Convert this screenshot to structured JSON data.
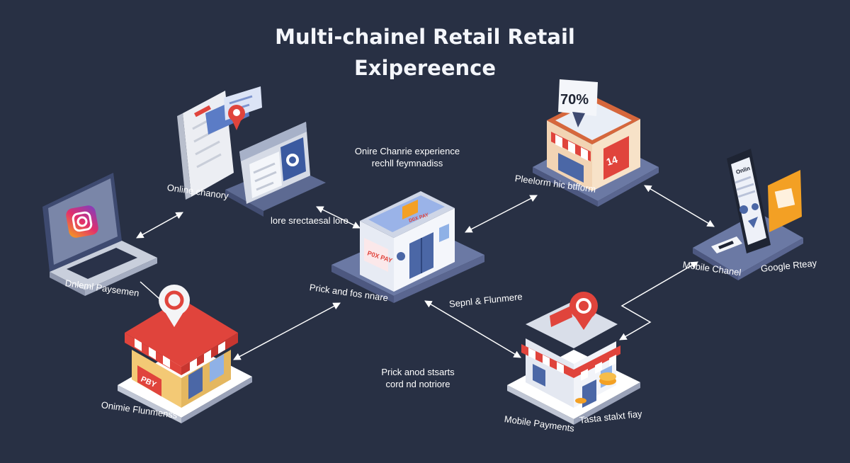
{
  "title": {
    "line1": "Multi-chainel Retail Retail",
    "line2": "Exipereence"
  },
  "notes": {
    "center_top_line1": "Onire Chanrie experience",
    "center_top_line2": "rechll feymnadiss",
    "bottom_center_line1": "Prick anod stsarts",
    "bottom_center_line2": "cord nd notriore"
  },
  "labels": {
    "online_channel": "Online chanory",
    "store_label": "lore srectaesal lore",
    "online_payment": "Dnleml Paysemen",
    "prick_label": "Prick and fos nnare",
    "online_fulfilment": "Onimie Flunmenss",
    "platform": "Pleelorm hic btfform",
    "serial": "Sepnl & Flunmere",
    "mobile_channel": "Mobile Chanel",
    "google": "Google Rteay",
    "mobile_payments": "Mobile Payments",
    "tasta": "Tasta stalxt fiay"
  },
  "graphics": {
    "discount_tag": "70%",
    "store_tag": "14",
    "center_sign": "P0X PAY",
    "center_tag": "D0X PAY",
    "shop_sign": "PBY",
    "phone_header": "Onlin"
  },
  "colors": {
    "background": "#283044",
    "awning_red": "#e0443c",
    "platform": "#5d6a92",
    "accent_orange": "#f3a024",
    "screen_blue": "#4b67a6"
  }
}
